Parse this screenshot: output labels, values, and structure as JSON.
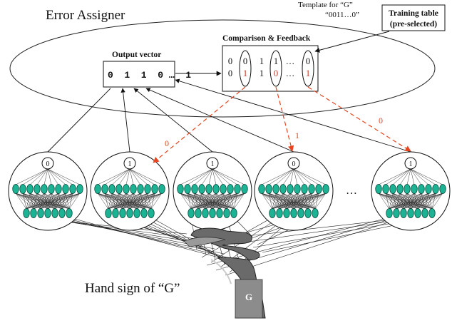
{
  "title": "Error Assigner",
  "template_label": "Template for “G”",
  "template_code": "“0011…0”",
  "training_table": {
    "line1": "Training table",
    "line2": "(pre-selected)"
  },
  "output_vector": {
    "title": "Output vector",
    "bits": "0  1  1  0 …  1"
  },
  "comparison": {
    "title": "Comparison & Feedback",
    "top_row": [
      "0",
      "0",
      "1",
      "1",
      "…",
      "0"
    ],
    "bottom_row": [
      "0",
      "1",
      "1",
      "0",
      "…",
      "1"
    ]
  },
  "feedback_labels": [
    "0",
    "1",
    "0"
  ],
  "networks": [
    {
      "output": "0"
    },
    {
      "output": "1"
    },
    {
      "output": "1"
    },
    {
      "output": "0"
    },
    {
      "output": "1"
    }
  ],
  "ellipsis": "…",
  "hand_caption": "Hand sign of “G”",
  "hand_letter": "G",
  "colors": {
    "node_fill": "#1bb394",
    "node_stroke": "#0b4a3c",
    "feedback_arrow": "#e8441e",
    "mismatch_text": "#c0392b",
    "line": "#111111"
  }
}
